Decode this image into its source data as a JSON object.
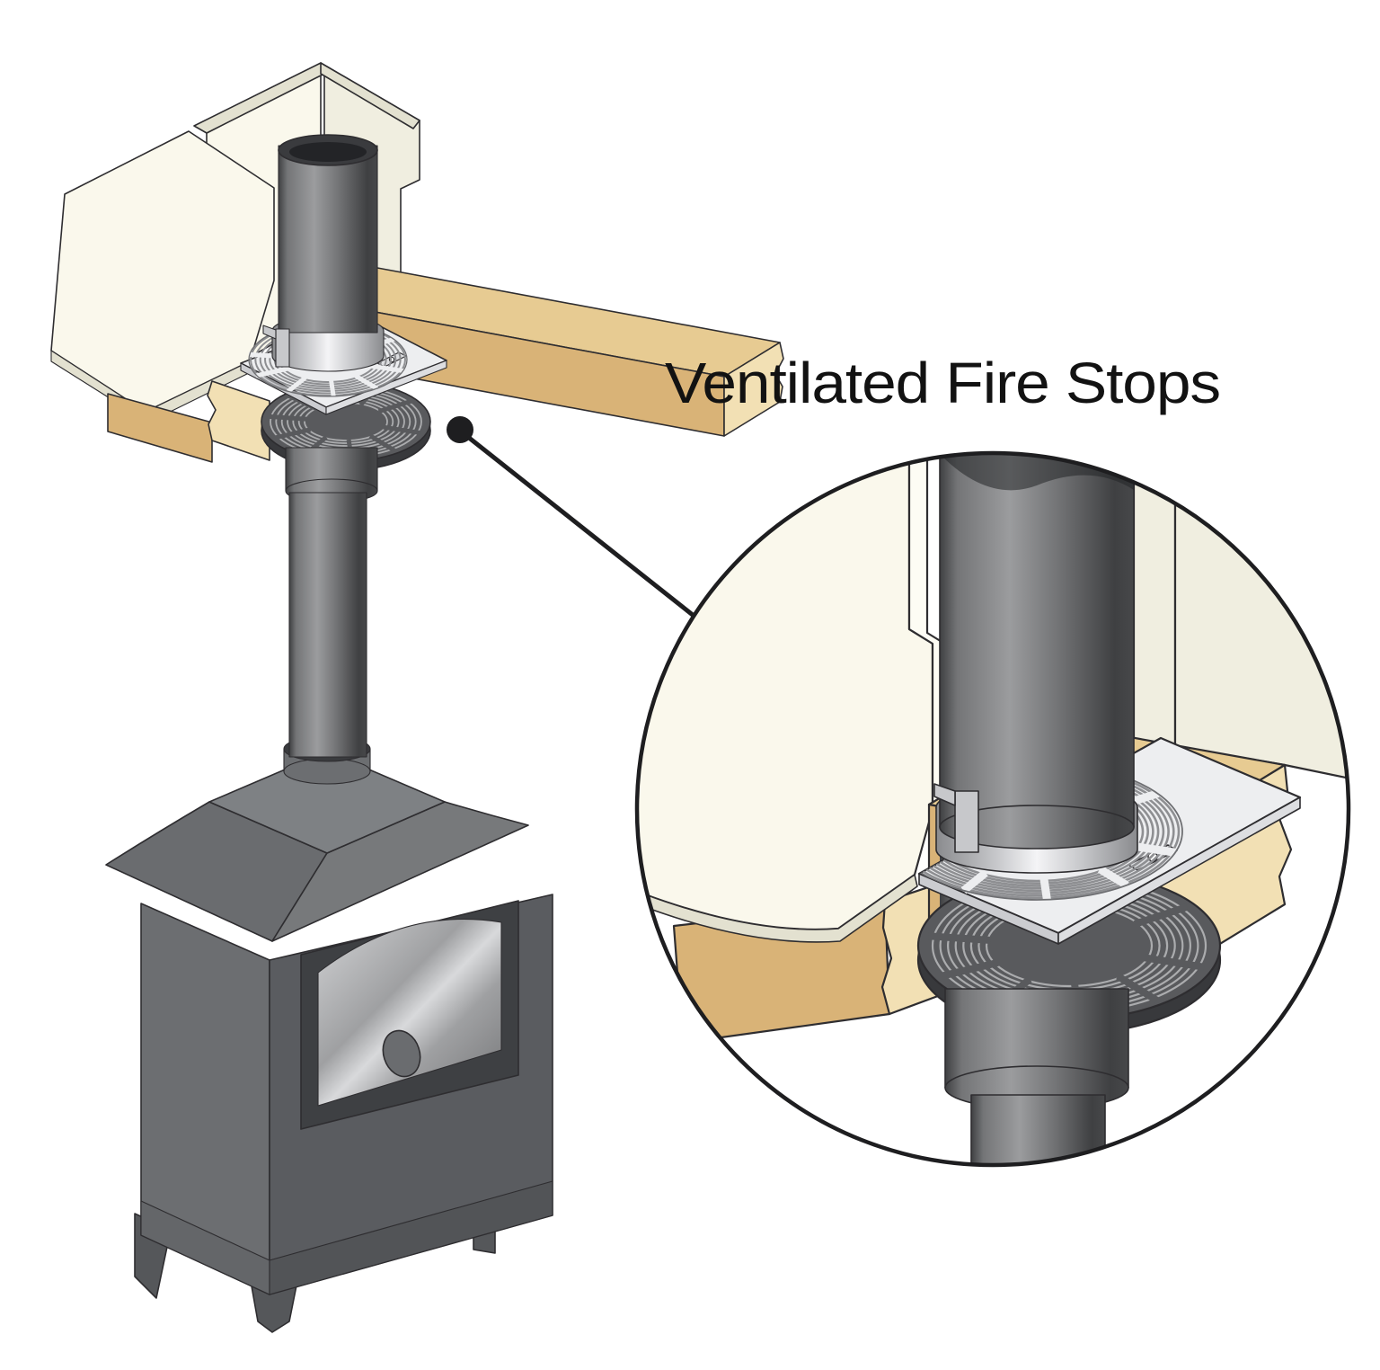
{
  "label": {
    "text": "Ventilated Fire Stops"
  },
  "diagram": {
    "subject": "wood-burning stove flue passing through ceiling with ventilated fire stop plates",
    "detail_view": "magnified circular inset of the ventilated fire stop assembly"
  },
  "palette": {
    "white": "#FFFFFF",
    "text": "#121212",
    "outline": "#2E2D30",
    "calloutInk": "#1E1E20",
    "cream": "#FAF8EC",
    "creamBright": "#FDFCF4",
    "creamMid": "#F0EEE0",
    "creamEdge": "#E3E1D0",
    "woodTop": "#E7CB92",
    "woodSide": "#D9B377",
    "woodDark": "#C9A05C",
    "woodEnd": "#F2E0B4",
    "pipeDark": "#3F4042",
    "pipeMid": "#747577",
    "pipeLight": "#9B9C9E",
    "pipeEdge": "#47484A",
    "pipeHole": "#3A3B3E",
    "pipeHoleDark": "#232427",
    "metalDark": "#8A8B8E",
    "metalMid": "#C7C8CB",
    "metalLight": "#F4F4F6",
    "plate": "#EDEEF0",
    "plateEdge": "#CBCCD0",
    "plateEdge2": "#DDDEE1",
    "meshRing": "#8E8F92",
    "meshEdge": "#6E6F72",
    "disc": "#595A5D",
    "discRim": "#38393C",
    "discRing": "#ABACAE",
    "stoveLeft": "#6C6E71",
    "stoveFront": "#5A5C60",
    "stoveRoofL": "#6A6C6F",
    "stoveRoofR": "#77797B",
    "stovePlatform": "#7E8184",
    "stoveDoor": "#3E4043",
    "stovePlinthL": "#646669",
    "stovePlinthF": "#525457",
    "stoveLeg": "#55575A",
    "knob": "#6A6C6F",
    "glassA": "#D2D3D5",
    "glassB": "#9FA0A2",
    "glassC": "#D8D9DB",
    "glassD": "#737476"
  }
}
